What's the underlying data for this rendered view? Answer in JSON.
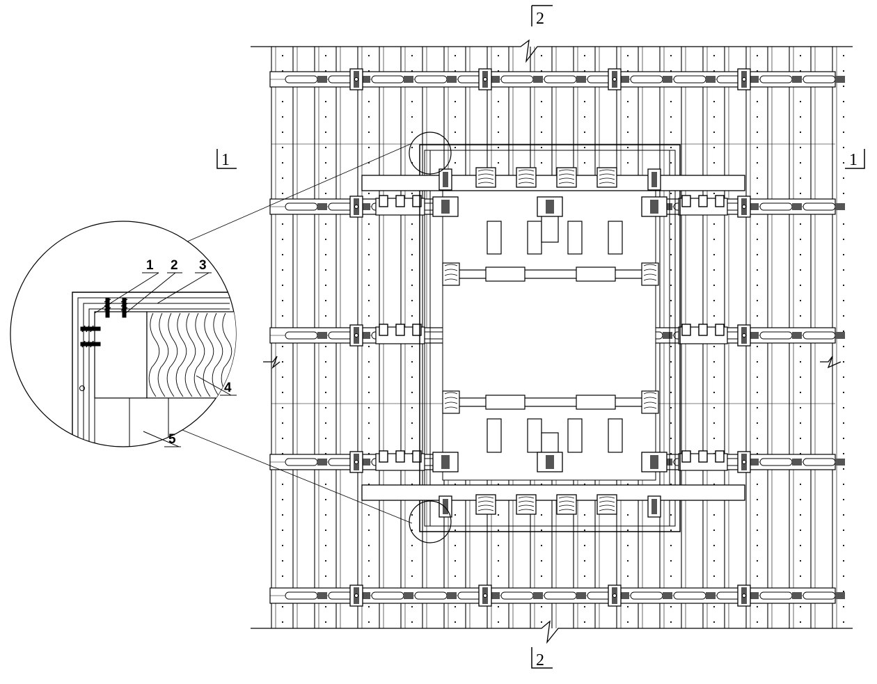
{
  "section_markers": {
    "top": "2",
    "bottom": "2",
    "left": "1",
    "right": "1"
  },
  "callouts": [
    "1",
    "2",
    "3",
    "4",
    "5"
  ],
  "colors": {
    "line": "#000000",
    "fill_dark": "#555555",
    "background": "#ffffff"
  }
}
